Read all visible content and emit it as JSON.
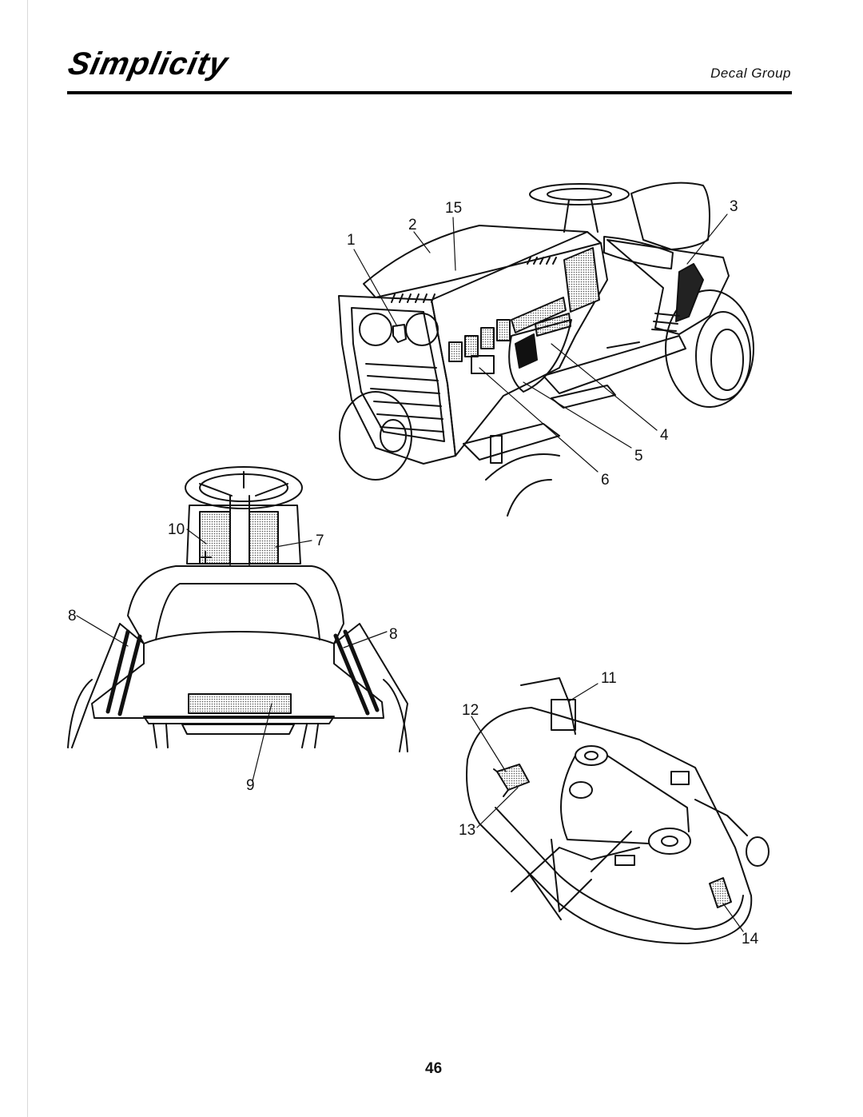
{
  "header": {
    "brand": "Simplicity",
    "section_title": "Decal Group"
  },
  "callouts": [
    "1",
    "2",
    "3",
    "4",
    "5",
    "6",
    "7",
    "8",
    "8",
    "9",
    "10",
    "11",
    "12",
    "13",
    "14",
    "15"
  ],
  "footer": {
    "page_number": "46"
  }
}
